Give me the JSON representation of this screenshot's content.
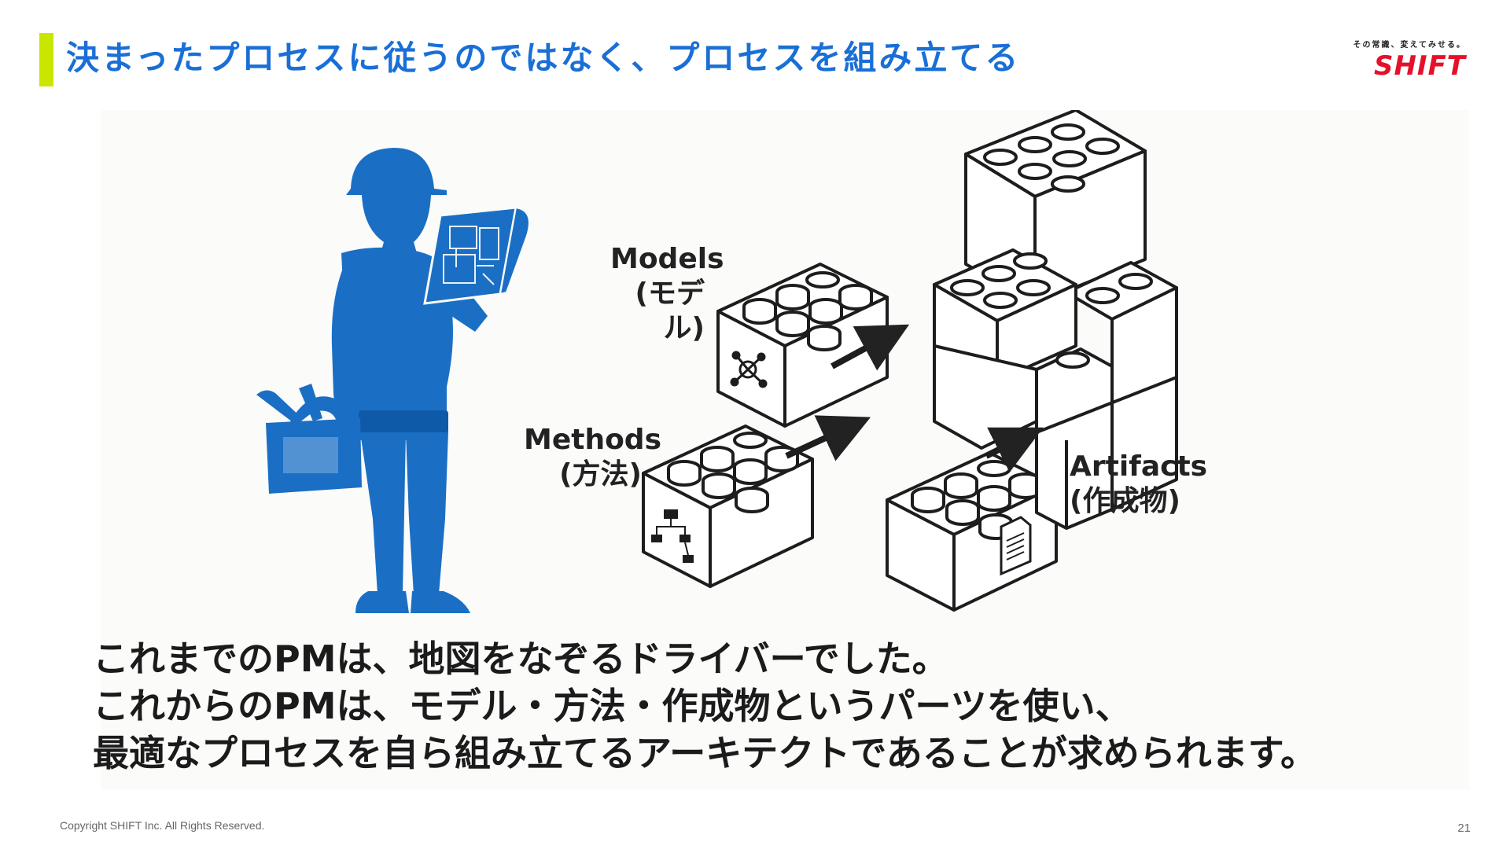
{
  "slide": {
    "title": "決まったプロセスに従うのではなく、プロセスを組み立てる",
    "page_number": "21",
    "copyright": "Copyright SHIFT Inc. All Rights Reserved."
  },
  "brand": {
    "tagline": "その常識、変えてみせる。",
    "logo_text": "SHIFT",
    "color": "#e5102a"
  },
  "colors": {
    "title": "#1a6fd6",
    "accent_bar": "#c8e600",
    "silhouette": "#1a6fc4"
  },
  "illustration": {
    "labels": {
      "models": [
        "Models",
        "(モデル)"
      ],
      "methods": [
        "Methods",
        "(方法)"
      ],
      "artifacts": [
        "Artifacts",
        "(作成物)"
      ]
    },
    "icons": [
      "network-icon",
      "flowchart-icon",
      "document-icon"
    ]
  },
  "caption": {
    "lines": [
      "これまでのPMは、地図をなぞるドライバーでした。",
      "これからのPMは、モデル・方法・作成物というパーツを使い、",
      "最適なプロセスを自ら組み立てるアーキテクトであることが求められます。"
    ]
  }
}
